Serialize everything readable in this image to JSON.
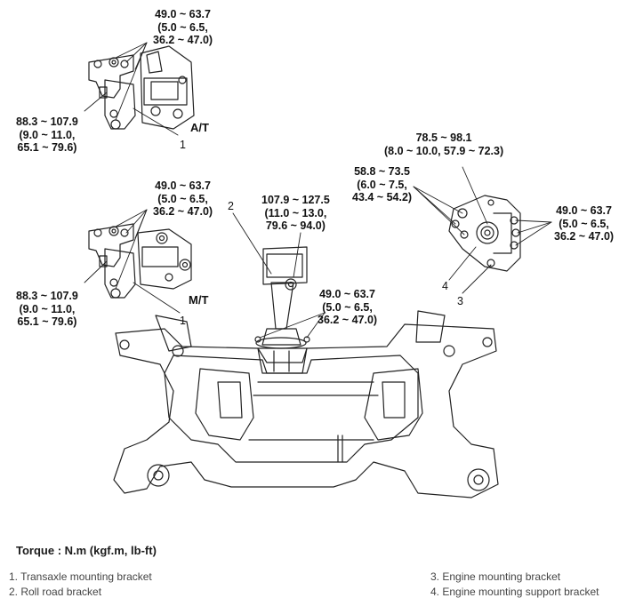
{
  "torque_labels": {
    "at_top": [
      "49.0 ~ 63.7",
      "(5.0 ~ 6.5,",
      "36.2 ~ 47.0)"
    ],
    "at_left": [
      "88.3 ~ 107.9",
      "(9.0 ~ 11.0,",
      "65.1 ~ 79.6)"
    ],
    "mt_top": [
      "49.0 ~ 63.7",
      "(5.0 ~ 6.5,",
      "36.2 ~ 47.0)"
    ],
    "mt_left": [
      "88.3 ~ 107.9",
      "(9.0 ~ 11.0,",
      "65.1 ~ 79.6)"
    ],
    "roll_rod": [
      "107.9 ~ 127.5",
      "(11.0 ~ 13.0,",
      "79.6 ~ 94.0)"
    ],
    "roll_rod_base": [
      "49.0 ~ 63.7",
      "(5.0 ~ 6.5,",
      "36.2 ~ 47.0)"
    ],
    "engine_top": [
      "78.5 ~ 98.1",
      "(8.0 ~ 10.0, 57.9 ~ 72.3)"
    ],
    "engine_left": [
      "58.8 ~ 73.5",
      "(6.0 ~ 7.5,",
      "43.4 ~ 54.2)"
    ],
    "engine_right": [
      "49.0 ~ 63.7",
      "(5.0 ~ 6.5,",
      "36.2 ~ 47.0)"
    ]
  },
  "tags": {
    "at": "A/T",
    "mt": "M/T"
  },
  "callouts": {
    "n1a": "1",
    "n1b": "1",
    "n2": "2",
    "n3": "3",
    "n4": "4"
  },
  "torque_unit": "Torque : N.m (kgf.m, lb-ft)",
  "legend": [
    "1. Transaxle mounting bracket",
    "2. Roll road bracket",
    "3. Engine mounting bracket",
    "4. Engine mounting support bracket"
  ]
}
